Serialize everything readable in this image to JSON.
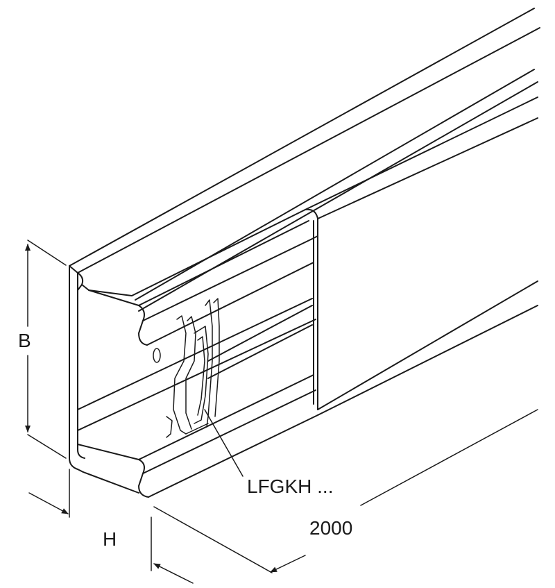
{
  "labels": {
    "width_label": "B",
    "height_label": "H",
    "length_label": "2000",
    "part_label": "LFGKH ..."
  },
  "colors": {
    "line": "#1a1a1a",
    "background": "#ffffff"
  }
}
